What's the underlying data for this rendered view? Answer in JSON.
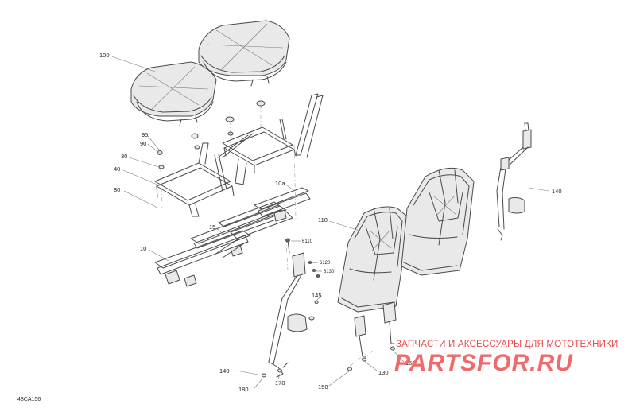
{
  "diagram_code": "48CA156",
  "callouts": {
    "c100": "100",
    "c95": "95",
    "c90": "90",
    "c30": "30",
    "c40": "40",
    "c80": "80",
    "c10a": "10a",
    "c15": "15",
    "c10": "10",
    "c110": "110",
    "c6110": "6110",
    "c6120": "6120",
    "c6130": "6130",
    "c145": "145",
    "c140_left": "140",
    "c140_right": "140",
    "c180": "180",
    "c170": "170",
    "c150": "150",
    "c130": "130",
    "c160": "160"
  },
  "watermark": {
    "tagline": "ЗАПЧАСТИ И АКСЕССУАРЫ ДЛЯ МОТОТЕХНИКИ",
    "logo": "PARTSFOR.RU"
  }
}
